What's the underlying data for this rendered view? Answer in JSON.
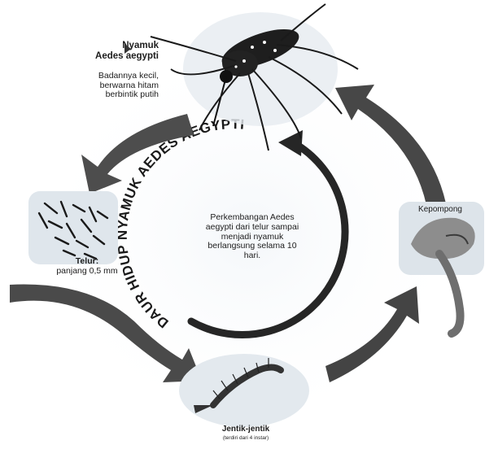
{
  "diagram": {
    "cycle_title": "DAUR HIDUP NYAMUK AEDES AEGYPTI",
    "center_text_lines": [
      "Perkembangan Aedes",
      "aegypti dari telur sampai",
      "menjadi nyamuk",
      "berlangsung selama 10",
      "hari."
    ],
    "mosquito": {
      "title_lines": [
        "Nyamuk",
        "Aedes aegypti"
      ],
      "desc_lines": [
        "Badannya kecil,",
        "berwarna    hitam",
        "berbintik putih"
      ]
    },
    "eggs": {
      "label_lines": [
        "Telur:",
        "panjang 0,5 mm"
      ]
    },
    "larva": {
      "label": "Jentik-jentik",
      "sublabel": "(terdiri dari 4 instar)"
    },
    "pupa": {
      "label": "Kepompong"
    },
    "colors": {
      "arrow": "#4d4d4d",
      "ring": "#262626",
      "stage_bg": "#e8edf2"
    }
  }
}
